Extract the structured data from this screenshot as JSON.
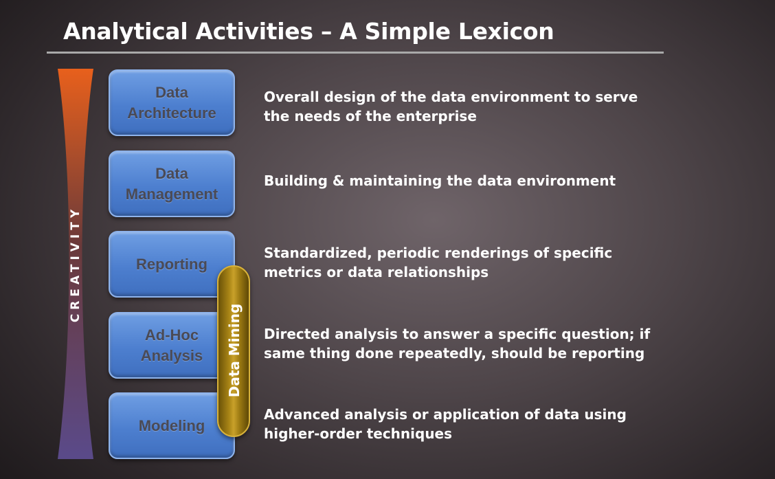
{
  "title": "Analytical Activities – A Simple Lexicon",
  "creativity_label": "CREATIVITY",
  "overlay": {
    "label": "Data Mining"
  },
  "colors": {
    "box_fill": "#4d7fcf",
    "box_text": "#4a4a55",
    "creativity_top": "#e8601c",
    "creativity_bottom": "#5a4a8a",
    "overlay_fill": "#a98516"
  },
  "activities": [
    {
      "label": "Data\nArchitecture",
      "description": "Overall design of the data environment to serve the needs of the enterprise"
    },
    {
      "label": "Data\nManagement",
      "description": "Building & maintaining the data environment"
    },
    {
      "label": "Reporting",
      "description": "Standardized, periodic renderings of specific metrics or data relationships"
    },
    {
      "label": "Ad-Hoc\nAnalysis",
      "description": "Directed analysis to answer a specific question; if same thing done repeatedly, should be reporting"
    },
    {
      "label": "Modeling",
      "description": "Advanced analysis or application of data using higher-order techniques"
    }
  ]
}
